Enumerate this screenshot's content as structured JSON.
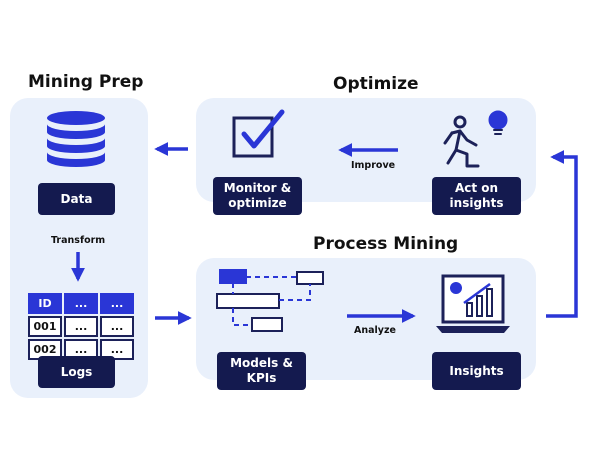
{
  "sections": {
    "mining_prep": "Mining Prep",
    "optimize": "Optimize",
    "process_mining": "Process Mining"
  },
  "chips": {
    "data": "Data",
    "logs": "Logs",
    "monitor": "Monitor &\noptimize",
    "act": "Act on\ninsights",
    "models": "Models &\nKPIs",
    "insights": "Insights"
  },
  "edge_labels": {
    "transform": "Transform",
    "improve": "Improve",
    "analyze": "Analyze"
  },
  "table": {
    "header": [
      "ID",
      "...",
      "..."
    ],
    "rows": [
      [
        "001",
        "...",
        "..."
      ],
      [
        "002",
        "...",
        "..."
      ]
    ]
  },
  "icons": [
    "database-icon",
    "table-icon",
    "checkbox-icon",
    "person-idea-icon",
    "process-model-icon",
    "dashboard-laptop-icon"
  ],
  "colors": {
    "accent": "#2a36d6",
    "navy": "#141a4f",
    "panel": "#e9f0fb"
  }
}
